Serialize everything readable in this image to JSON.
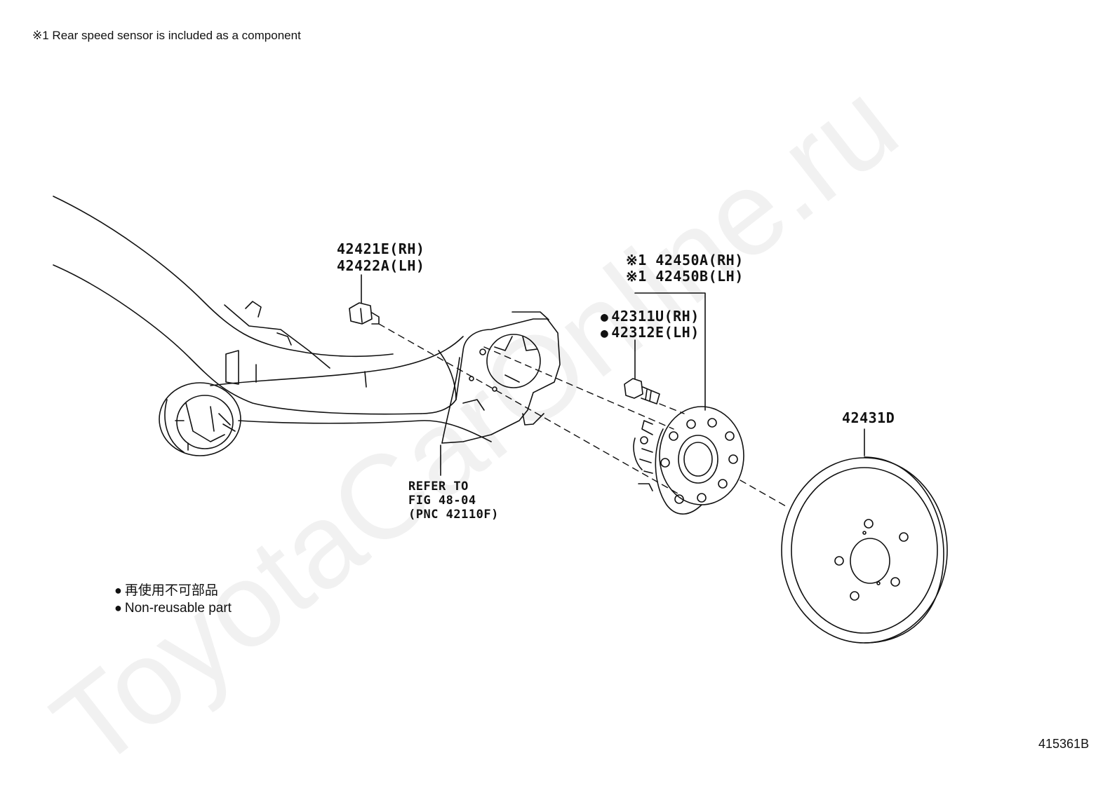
{
  "note": "※1 Rear speed sensor is included as a component",
  "labels": {
    "nut_rh": "42421E(RH)",
    "nut_lh": "42422A(LH)",
    "hub_rh": "※1 42450A(RH)",
    "hub_lh": "※1 42450B(LH)",
    "bolt_rh": "42311U(RH)",
    "bolt_lh": "42312E(LH)",
    "drum": "42431D",
    "refer_line1": "REFER TO",
    "refer_line2": "FIG 48-04",
    "refer_line3": "(PNC 42110F)"
  },
  "legend": {
    "symbol": "●",
    "line_jp": "再使用不可部品",
    "line_en": "Non-reusable part"
  },
  "watermark": "ToyotaCarOnline.ru",
  "figure_id": "415361B"
}
